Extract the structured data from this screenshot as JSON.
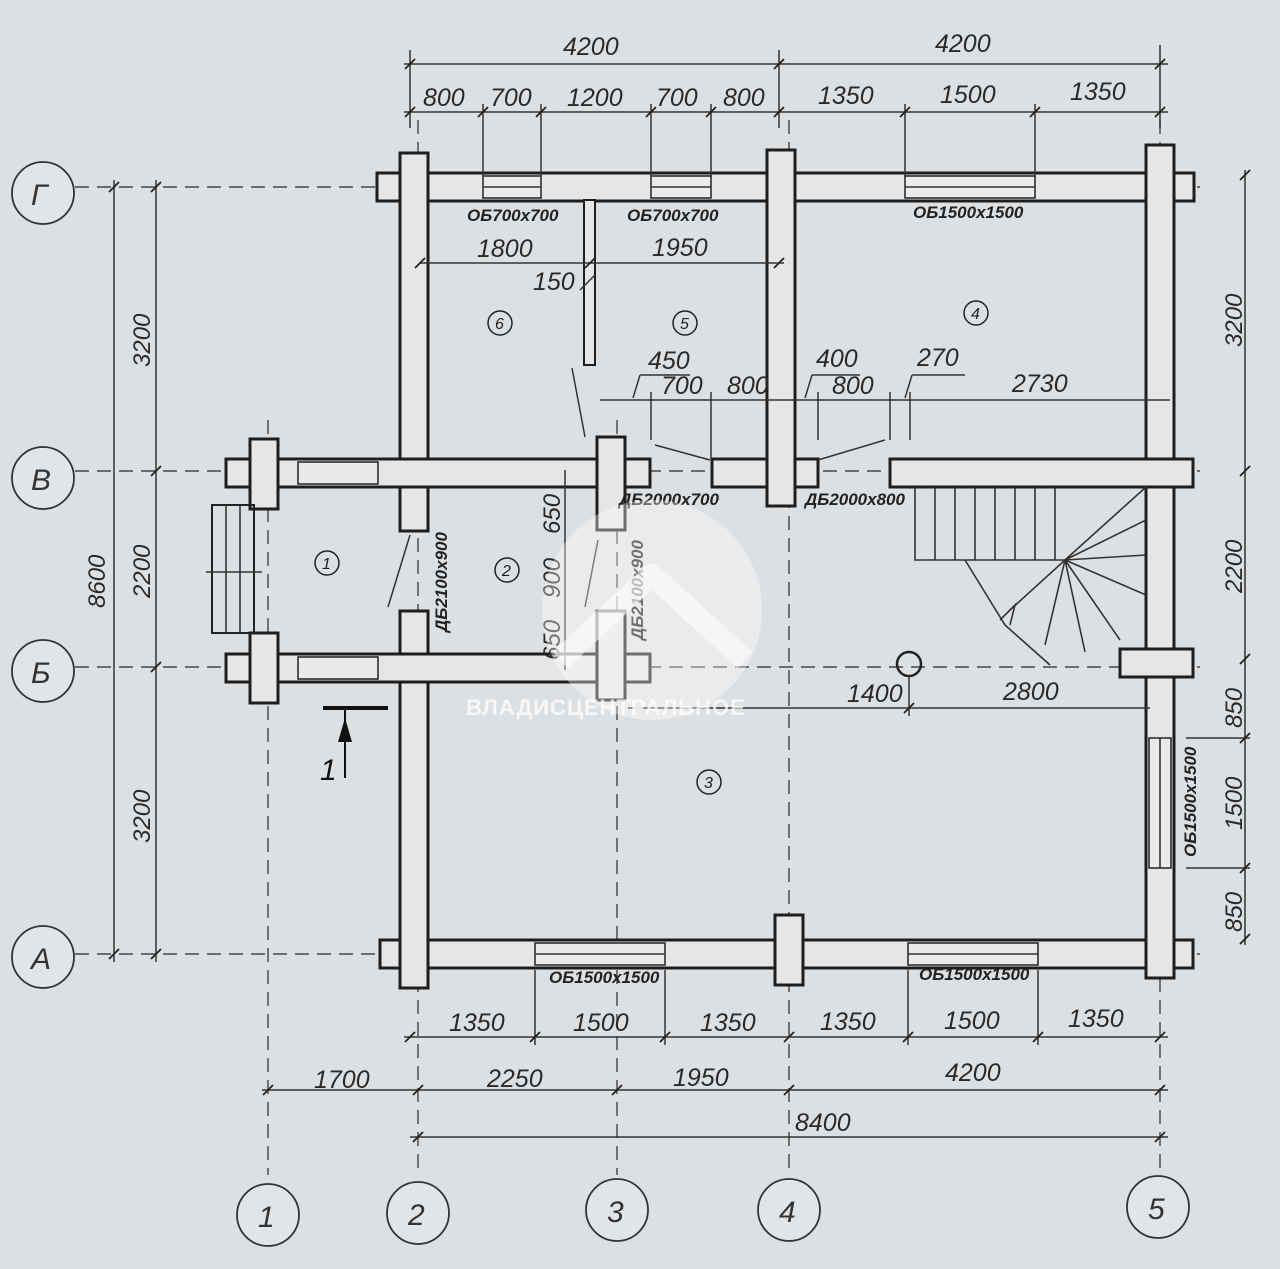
{
  "axes": {
    "vertical": [
      "1",
      "2",
      "3",
      "4",
      "5"
    ],
    "horizontal": [
      "Г",
      "В",
      "Б",
      "А"
    ]
  },
  "dimensions": {
    "top_overall": [
      "4200",
      "4200"
    ],
    "top_chain": [
      "800",
      "700",
      "1200",
      "700",
      "800",
      "1350",
      "1500",
      "1350"
    ],
    "inner_top": [
      "1800",
      "1950"
    ],
    "partition": "150",
    "door_row_upper": [
      "450",
      "400",
      "270"
    ],
    "door_row": [
      "700",
      "800",
      "800",
      "2730"
    ],
    "left_total": "8600",
    "left_chain": [
      "3200",
      "2200",
      "3200"
    ],
    "right_chain": [
      "3200",
      "2200",
      "850",
      "1500",
      "850"
    ],
    "middle_vertical": [
      "650",
      "900",
      "650"
    ],
    "interior_horizontal": [
      "1400",
      "2800"
    ],
    "bottom_chain": [
      "1350",
      "1500",
      "1350",
      "1350",
      "1500",
      "1350"
    ],
    "bottom_axes": [
      "1700",
      "2250",
      "1950",
      "4200"
    ],
    "bottom_total": "8400"
  },
  "openings": {
    "window_700_a": "ОБ700х700",
    "window_700_b": "ОБ700х700",
    "window_1500_top": "ОБ1500х1500",
    "window_1500_right": "ОБ1500х1500",
    "window_1500_bottom_a": "ОБ1500х1500",
    "window_1500_bottom_b": "ОБ1500х1500",
    "door_2000x700": "ДБ2000х700",
    "door_2000x800": "ДБ2000х800",
    "door_2100x900_a": "ДБ2100х900",
    "door_2100x900_b": "ДБ2100х900"
  },
  "rooms": [
    "1",
    "2",
    "3",
    "4",
    "5",
    "6"
  ],
  "section_mark": "1",
  "watermark": "ВЛАДИСЦЕНТРАЛЬНОЕ"
}
